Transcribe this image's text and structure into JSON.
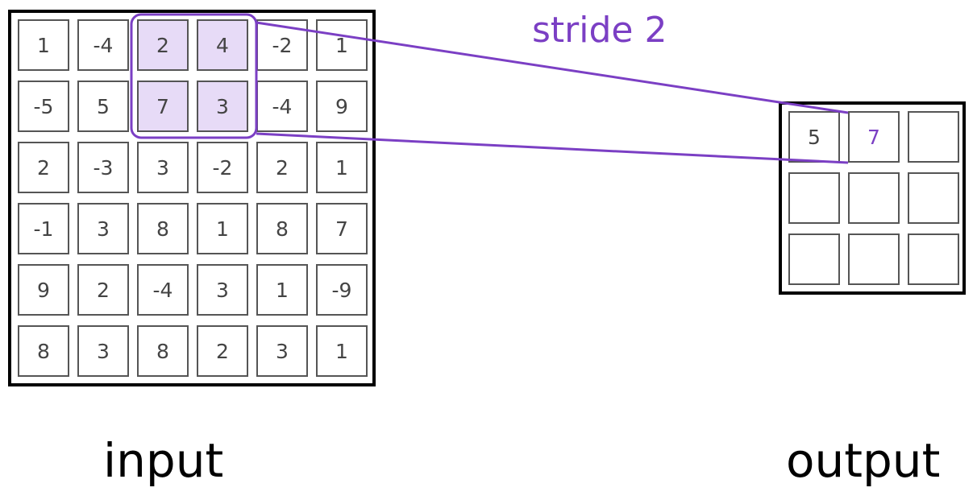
{
  "input": {
    "label": "input",
    "rows": [
      [
        "1",
        "-4",
        "2",
        "4",
        "-2",
        "1"
      ],
      [
        "-5",
        "5",
        "7",
        "3",
        "-4",
        "9"
      ],
      [
        "2",
        "-3",
        "3",
        "-2",
        "2",
        "1"
      ],
      [
        "-1",
        "3",
        "8",
        "1",
        "8",
        "7"
      ],
      [
        "9",
        "2",
        "-4",
        "3",
        "1",
        "-9"
      ],
      [
        "8",
        "3",
        "8",
        "2",
        "3",
        "1"
      ]
    ],
    "highlight": {
      "rows": [
        0,
        1
      ],
      "cols": [
        2,
        3
      ]
    }
  },
  "output": {
    "label": "output",
    "rows": [
      [
        "5",
        "7",
        ""
      ],
      [
        "",
        "",
        ""
      ],
      [
        "",
        "",
        ""
      ]
    ],
    "highlight_cell": [
      0,
      1
    ]
  },
  "stride_label": "stride 2",
  "colors": {
    "accent": "#7b3fc4",
    "highlight_fill": "#e7dbf7",
    "cell_border": "#555555",
    "grid_border": "#000000"
  }
}
